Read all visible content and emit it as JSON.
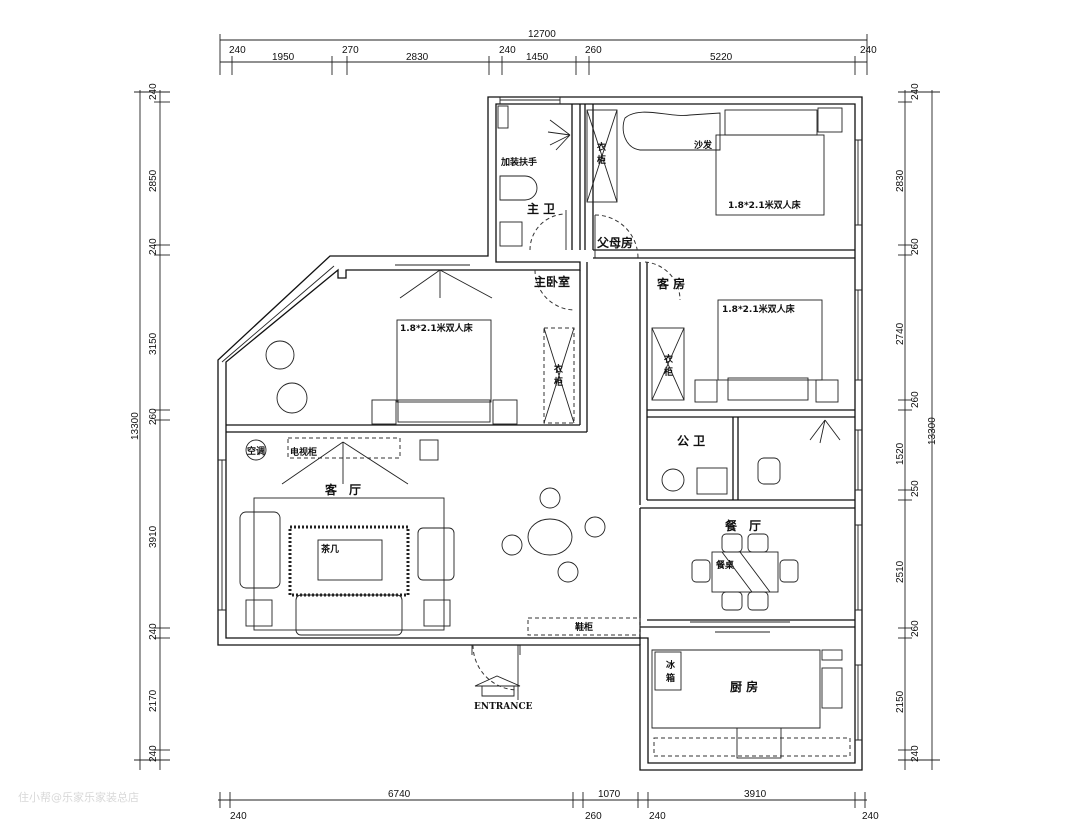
{
  "plan": {
    "dims_top": {
      "overall": "12700",
      "segments": [
        "240",
        "1950",
        "270",
        "2830",
        "240",
        "1450",
        "260",
        "5220",
        "240"
      ]
    },
    "dims_left": {
      "overall": "13300",
      "segments": [
        "240",
        "2850",
        "240",
        "3150",
        "260",
        "3910",
        "240",
        "2170",
        "240"
      ]
    },
    "dims_right": {
      "overall": "13300",
      "segments": [
        "240",
        "2830",
        "260",
        "2740",
        "260",
        "1520",
        "250",
        "2510",
        "260",
        "2150",
        "240"
      ]
    },
    "dims_bottom": {
      "segments": [
        "240",
        "6740",
        "260",
        "1070",
        "240",
        "3910",
        "240"
      ]
    },
    "rooms": {
      "master_bath": "主 卫",
      "parents_room": "父母房",
      "master_bedroom": "主卧室",
      "guest_room": "客 房",
      "living_room": "客　厅",
      "public_bath": "公 卫",
      "dining_room": "餐　厅",
      "kitchen": "厨 房"
    },
    "labels": {
      "grab_bar": "加装扶手",
      "sofa": "沙发",
      "bed_parents": "1.8*2.1米双人床",
      "bed_guest": "1.8*2.1米双人床",
      "bed_master": "1.8*2.1米双人床",
      "wardrobe_1": "衣",
      "wardrobe_2": "柜",
      "air_con": "空调",
      "tv_cabinet": "电视柜",
      "coffee_table": "茶几",
      "shoe_cabinet": "鞋柜",
      "dining_table": "餐桌",
      "fridge_1": "冰",
      "fridge_2": "箱",
      "entrance": "ENTRANCE"
    },
    "watermark": "住小帮@乐家乐家装总店"
  }
}
